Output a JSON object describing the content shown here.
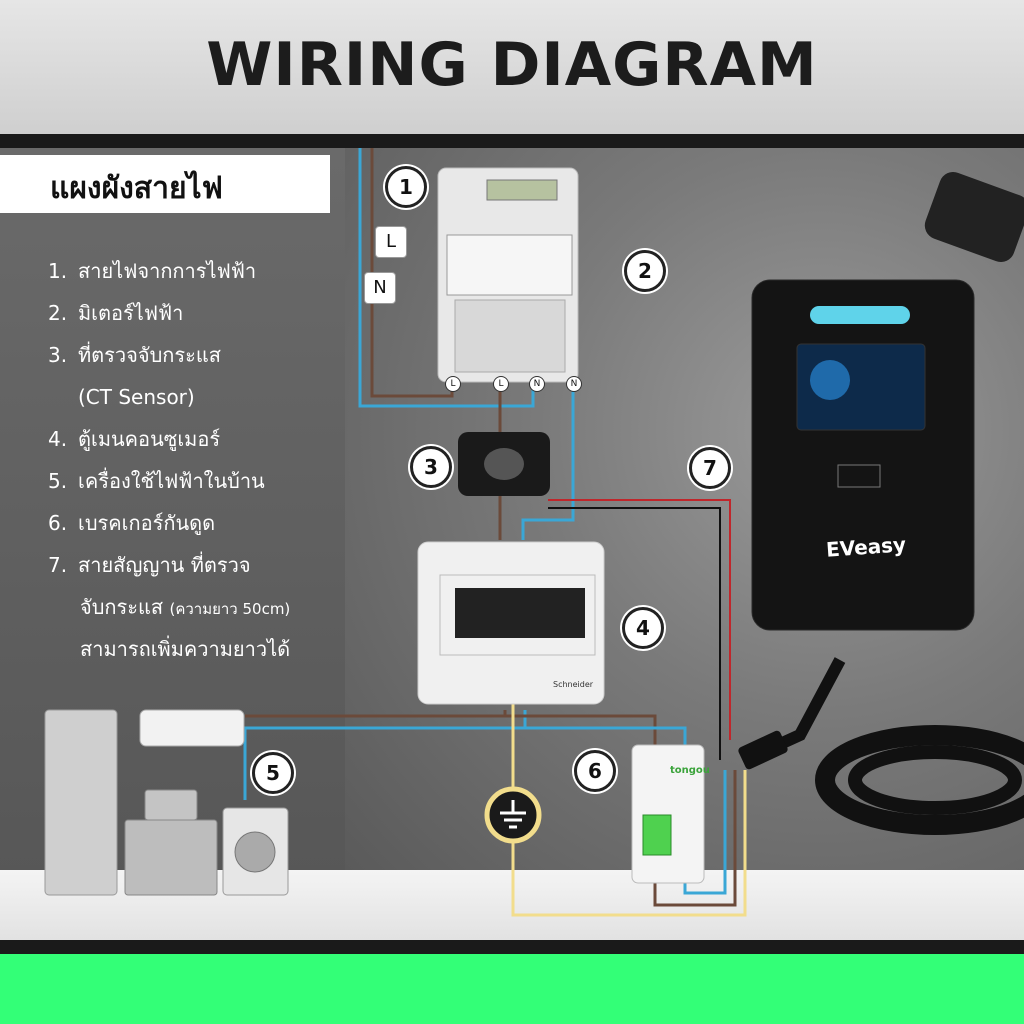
{
  "header": {
    "title": "WIRING DIAGRAM"
  },
  "legend": {
    "title": "แผงผังสายไฟ",
    "items": [
      {
        "num": "1.",
        "text": "สายไฟจากการไฟฟ้า"
      },
      {
        "num": "2.",
        "text": "มิเตอร์ไฟฟ้า"
      },
      {
        "num": "3.",
        "text": "ที่ตรวจจับกระแส"
      },
      {
        "num": "",
        "text": "(CT Sensor)"
      },
      {
        "num": "4.",
        "text": "ตู้เมนคอนซูเมอร์"
      },
      {
        "num": "5.",
        "text": "เครื่องใช้ไฟฟ้าในบ้าน"
      },
      {
        "num": "6.",
        "text": "เบรคเกอร์กันดูด"
      },
      {
        "num": "7.",
        "text": "สายสัญญาน ที่ตรวจ"
      }
    ],
    "item7_line2": "จับกระแส",
    "item7_line2_small": "(ความยาว 50cm)",
    "item7_line3": "สามารถเพิ่มความยาวได้"
  },
  "diagram": {
    "badges": [
      "1",
      "2",
      "3",
      "4",
      "5",
      "6",
      "7"
    ],
    "line_tags": {
      "l": "L",
      "n": "N"
    },
    "meter_terminals": [
      "L",
      "L",
      "N",
      "N"
    ],
    "charger_brand": "EVeasy",
    "panel_brand": "Schneider",
    "rcbo_brand": "tongou",
    "colors": {
      "live": "#6b4a3a",
      "neutral": "#3aa7d6",
      "earth": "#f2dd8c",
      "signal_red": "#c0262b",
      "signal_black": "#111111",
      "accent_green": "#33ff77"
    }
  }
}
